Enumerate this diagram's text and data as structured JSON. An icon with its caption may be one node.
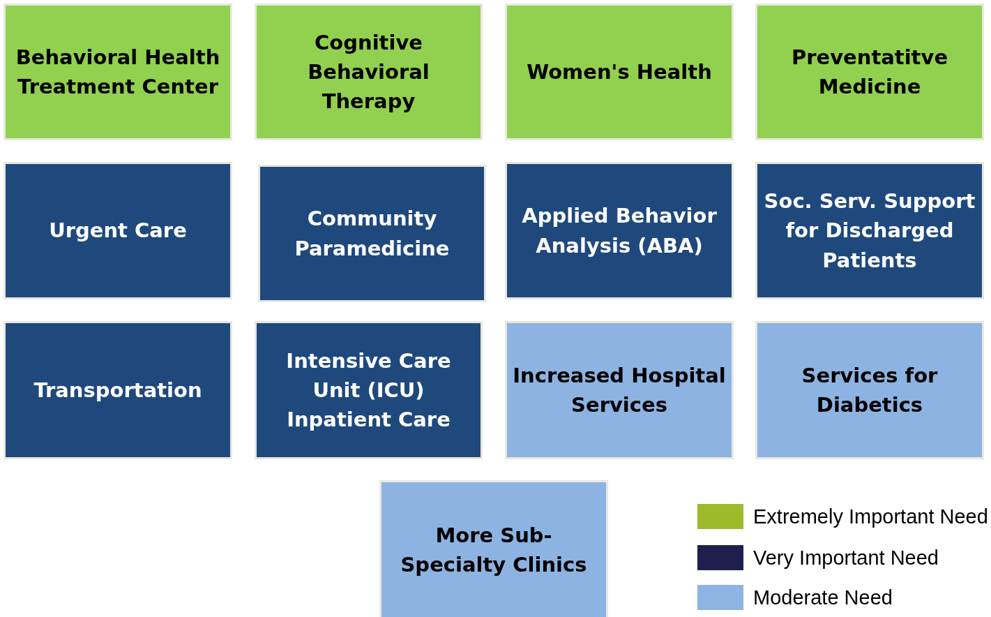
{
  "diagram": {
    "nodes": [
      {
        "text": [
          "Behavioral Health Treatment Center"
        ]
      },
      {
        "text": [
          "Cognitive Behavioral Therapy"
        ]
      },
      {
        "text": [
          "Women's Health"
        ]
      },
      {
        "text": [
          "Preventatitve Medicine"
        ]
      },
      {
        "text": [
          "Urgent Care"
        ]
      },
      {
        "text": [
          "Community Paramedicine"
        ]
      },
      {
        "text": [
          "Applied Behavior Analysis (ABA)"
        ]
      },
      {
        "text": [
          "Soc. Serv. Support for Discharged Patients"
        ]
      },
      {
        "text": [
          "Transportation"
        ]
      },
      {
        "text": [
          "Intensive Care Unit (ICU) Inpatient Care"
        ]
      },
      {
        "text": [
          "Increased Hospital Services"
        ]
      },
      {
        "text": [
          "Services for Diabetics"
        ]
      },
      {
        "text": [
          "More Sub-Specialty Clinics"
        ]
      }
    ],
    "legend": [
      {
        "text": "Extremely Important Need",
        "color": "#9cbb2b"
      },
      {
        "text": "Very Important Need",
        "color": "#1f1f4f"
      },
      {
        "text": "Moderate Need",
        "color": "#8db4e2"
      }
    ]
  }
}
